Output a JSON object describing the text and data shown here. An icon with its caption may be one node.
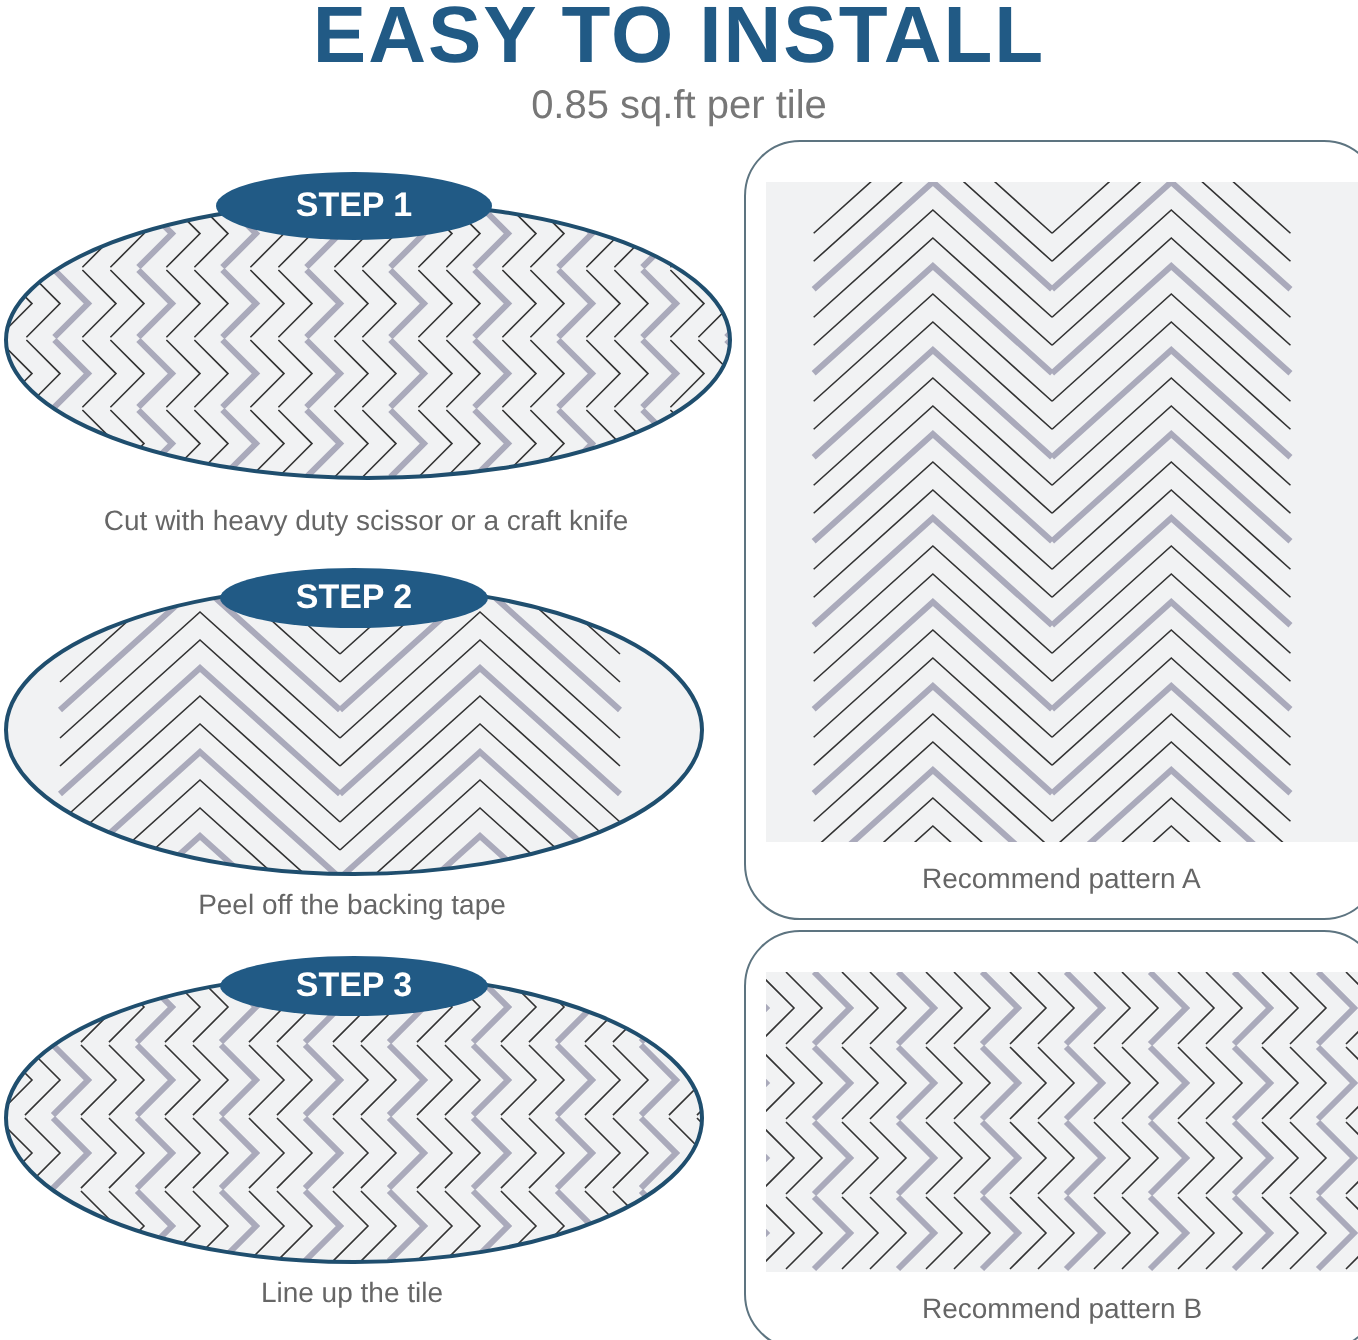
{
  "diagram": {
    "title": "EASY TO INSTALL",
    "nodes": [
      {
        "text": [
          "STEP 1"
        ]
      },
      {
        "text": [
          "STEP 2"
        ]
      },
      {
        "text": [
          "STEP 3"
        ]
      },
      {
        "text": [
          "Recommend pattern A"
        ]
      },
      {
        "text": [
          "Recommend pattern B"
        ]
      }
    ],
    "labels": [
      "0.85 sq.ft per tile",
      "Cut with heavy duty scissor or a craft knife",
      "Peel off the backing tape",
      "Line up the tile"
    ]
  }
}
